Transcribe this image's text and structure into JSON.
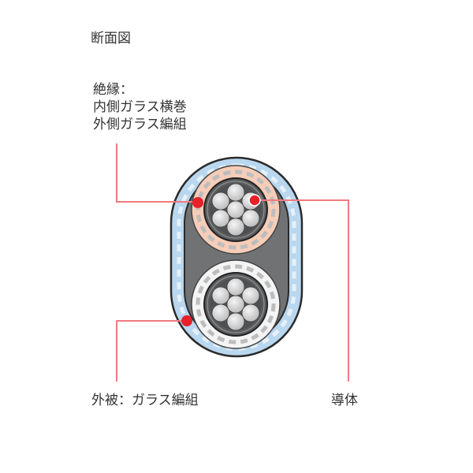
{
  "title": "断面図",
  "labels": {
    "insulation": {
      "line1": "絶縁：",
      "line2": "内側ガラス横巻",
      "line3": "外側ガラス編組"
    },
    "sheath": "外被：ガラス編組",
    "conductor": "導体"
  },
  "colors": {
    "leader_line": "#f07a80",
    "marker": "#e8202a",
    "outer_sheath": "#b9d7ef",
    "core_fill": "#707274",
    "insulation_upper": "#f6cdb8",
    "insulation_lower": "#f4f4f4",
    "strand": "#e2e2e2",
    "outline": "#2a2a2a"
  }
}
